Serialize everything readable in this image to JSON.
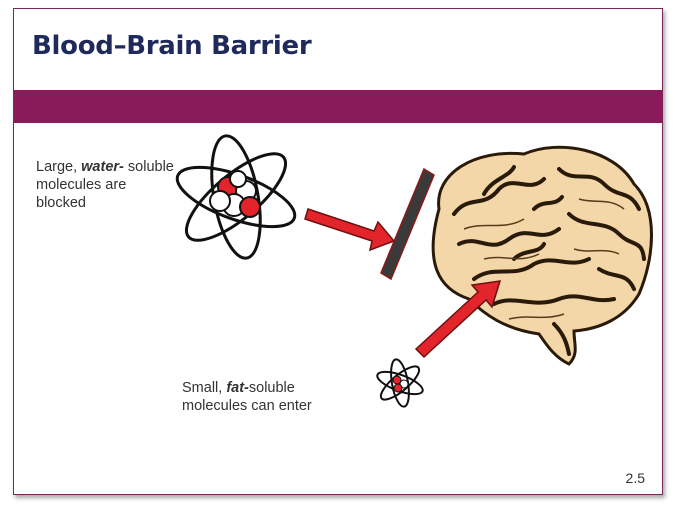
{
  "slide": {
    "title": "Blood–Brain Barrier",
    "large_text": {
      "pre": "Large, ",
      "em": "water-",
      "post": "soluble molecules are blocked"
    },
    "small_text": {
      "pre": "Small, ",
      "em": "fat-",
      "post": "soluble molecules can enter"
    },
    "page_number": "2.5"
  },
  "colors": {
    "title": "#1f2a5a",
    "band": "#8b1a5a",
    "arrow": "#e3242b",
    "barrier": "#3a3a3a"
  },
  "icons": [
    "large-molecule-icon",
    "small-molecule-icon",
    "brain-illustration",
    "barrier-icon"
  ]
}
